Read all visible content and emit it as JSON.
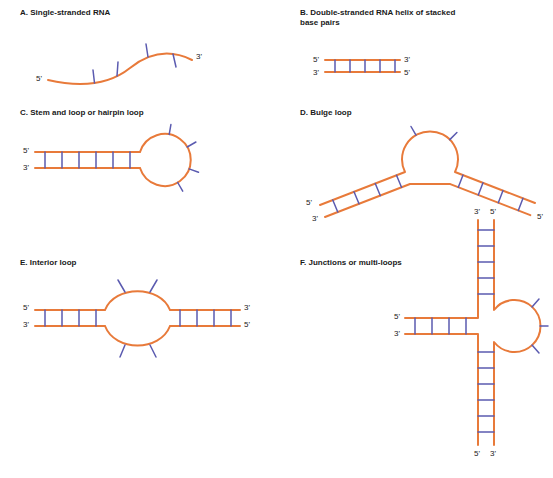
{
  "diagram": {
    "labels": [
      "A. Single-stranded RNA",
      "5'",
      "3'",
      "B. Double-stranded RNA helix of stacked base pairs",
      "5'",
      "3'",
      "3'",
      "5'",
      "C. Stem and loop or hairpin loop",
      "5'",
      "3'",
      "D. Bulge loop",
      "5'",
      "3'",
      "5'",
      "E. Interior loop",
      "5'",
      "3'",
      "3'",
      "5'",
      "F. Junctions or multi-loops",
      "3'",
      "5'",
      "5'",
      "3'",
      "5'",
      "3'"
    ]
  }
}
